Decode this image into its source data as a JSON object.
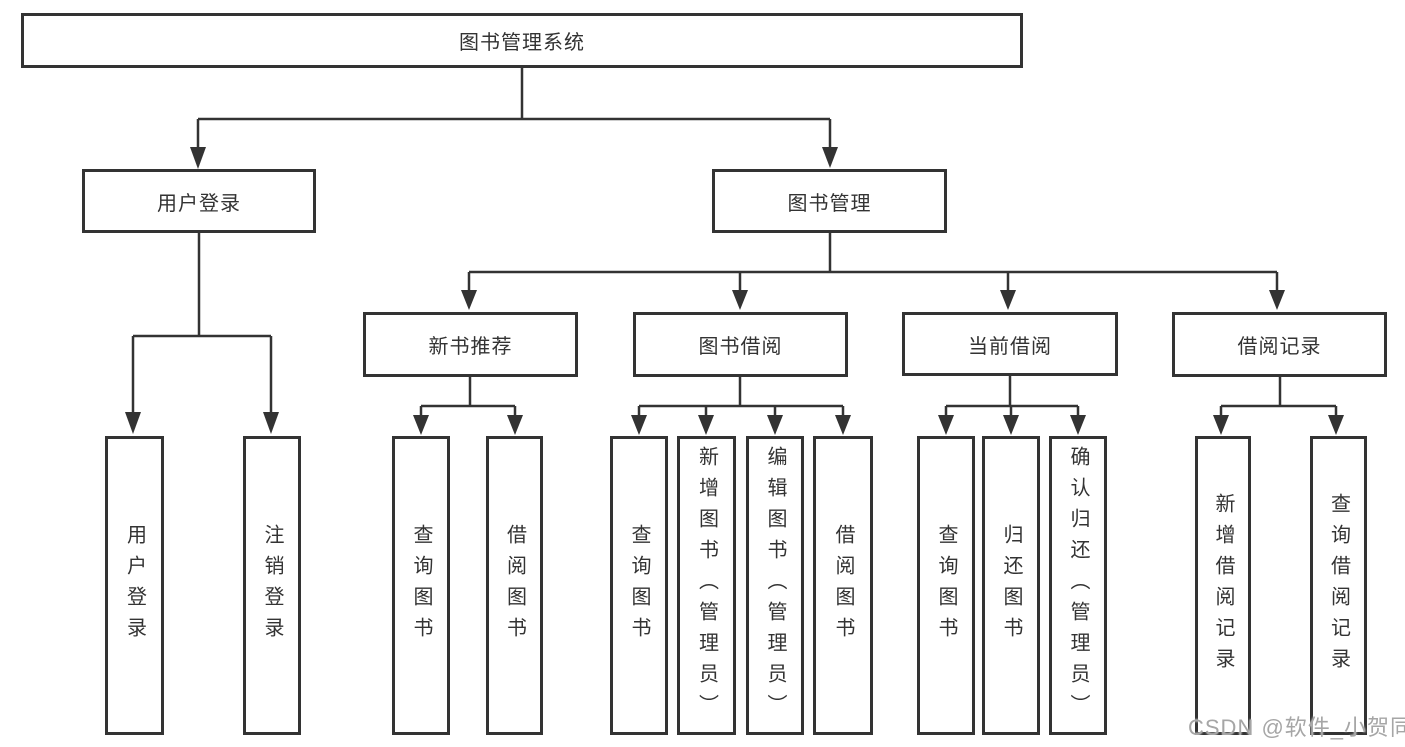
{
  "diagram": {
    "root": {
      "label": "图书管理系统"
    },
    "level2": [
      {
        "id": "user-login",
        "label": "用户登录"
      },
      {
        "id": "book-management",
        "label": "图书管理"
      }
    ],
    "level3": [
      {
        "id": "new-book-recommend",
        "label": "新书推荐"
      },
      {
        "id": "book-borrowing",
        "label": "图书借阅"
      },
      {
        "id": "current-borrowing",
        "label": "当前借阅"
      },
      {
        "id": "borrowing-records",
        "label": "借阅记录"
      }
    ],
    "leaves": {
      "user_login": [
        "用户登录",
        "注销登录"
      ],
      "new_book_recommend": [
        "查询图书",
        "借阅图书"
      ],
      "book_borrowing": [
        "查询图书",
        "新增图书（管理员）",
        "编辑图书（管理员）",
        "借阅图书"
      ],
      "current_borrowing": [
        "查询图书",
        "归还图书",
        "确认归还（管理员）"
      ],
      "borrowing_records": [
        "新增借阅记录",
        "查询借阅记录"
      ]
    },
    "watermark": "CSDN @软件_小贺同学",
    "colors": {
      "line": "#333333",
      "text": "#333333",
      "watermark": "#a6a6a6",
      "background": "#ffffff"
    }
  }
}
